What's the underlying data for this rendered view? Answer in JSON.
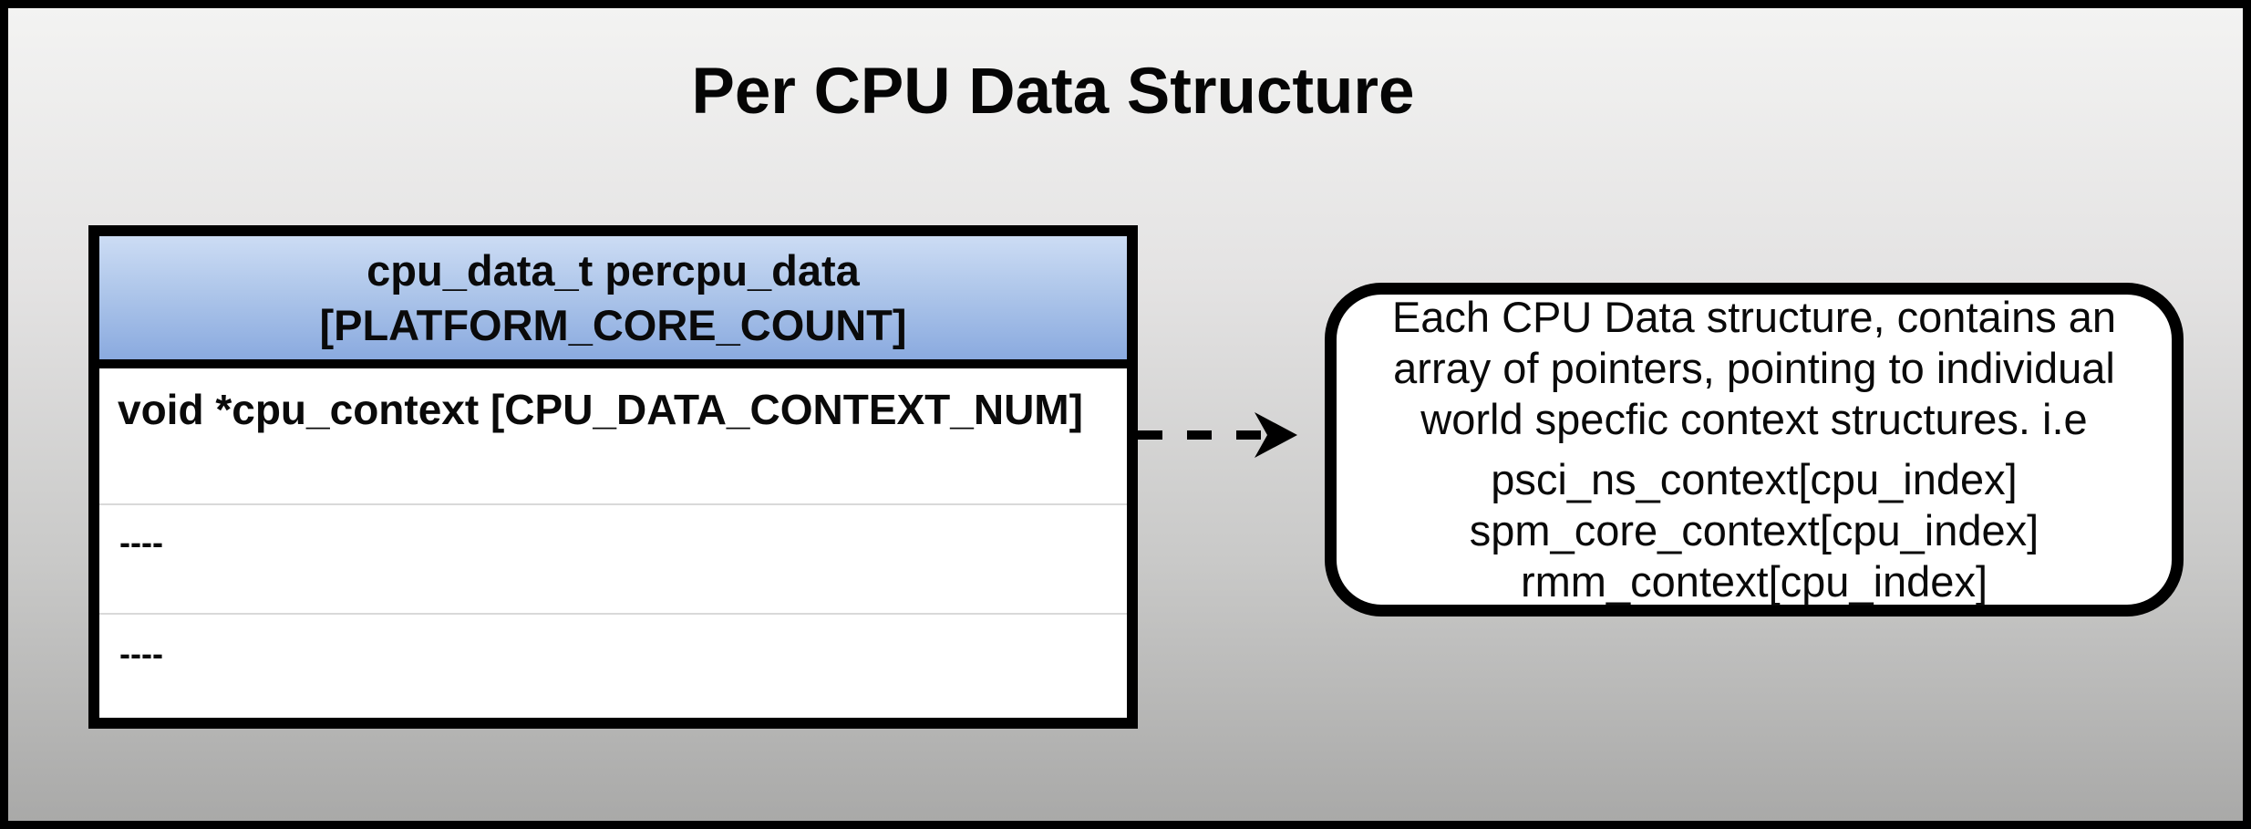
{
  "diagram": {
    "title": "Per CPU Data Structure",
    "struct_table": {
      "header_line1": "cpu_data_t percpu_data",
      "header_line2": "[PLATFORM_CORE_COUNT]",
      "rows": [
        {
          "text": "void *cpu_context [CPU_DATA_CONTEXT_NUM]"
        },
        {
          "text": "----"
        },
        {
          "text": "----"
        }
      ]
    },
    "arrow": {
      "style": "dashed",
      "direction": "right"
    },
    "callout": {
      "lines": [
        "Each CPU Data structure, contains an",
        "array of pointers, pointing to individual",
        "world specfic context structures. i.e",
        "psci_ns_context[cpu_index]",
        "spm_core_context[cpu_index]",
        "rmm_context[cpu_index]"
      ]
    },
    "colors": {
      "frame_border": "#000000",
      "background_gradient_top": "#f3f3f2",
      "background_gradient_bottom": "#a9a9a8",
      "header_gradient_top": "#ccdcf4",
      "header_gradient_bottom": "#8aaadf",
      "table_border": "#000000",
      "row_divider": "#d9d9d9",
      "text": "#0a0a0a",
      "box_background": "#ffffff"
    }
  }
}
